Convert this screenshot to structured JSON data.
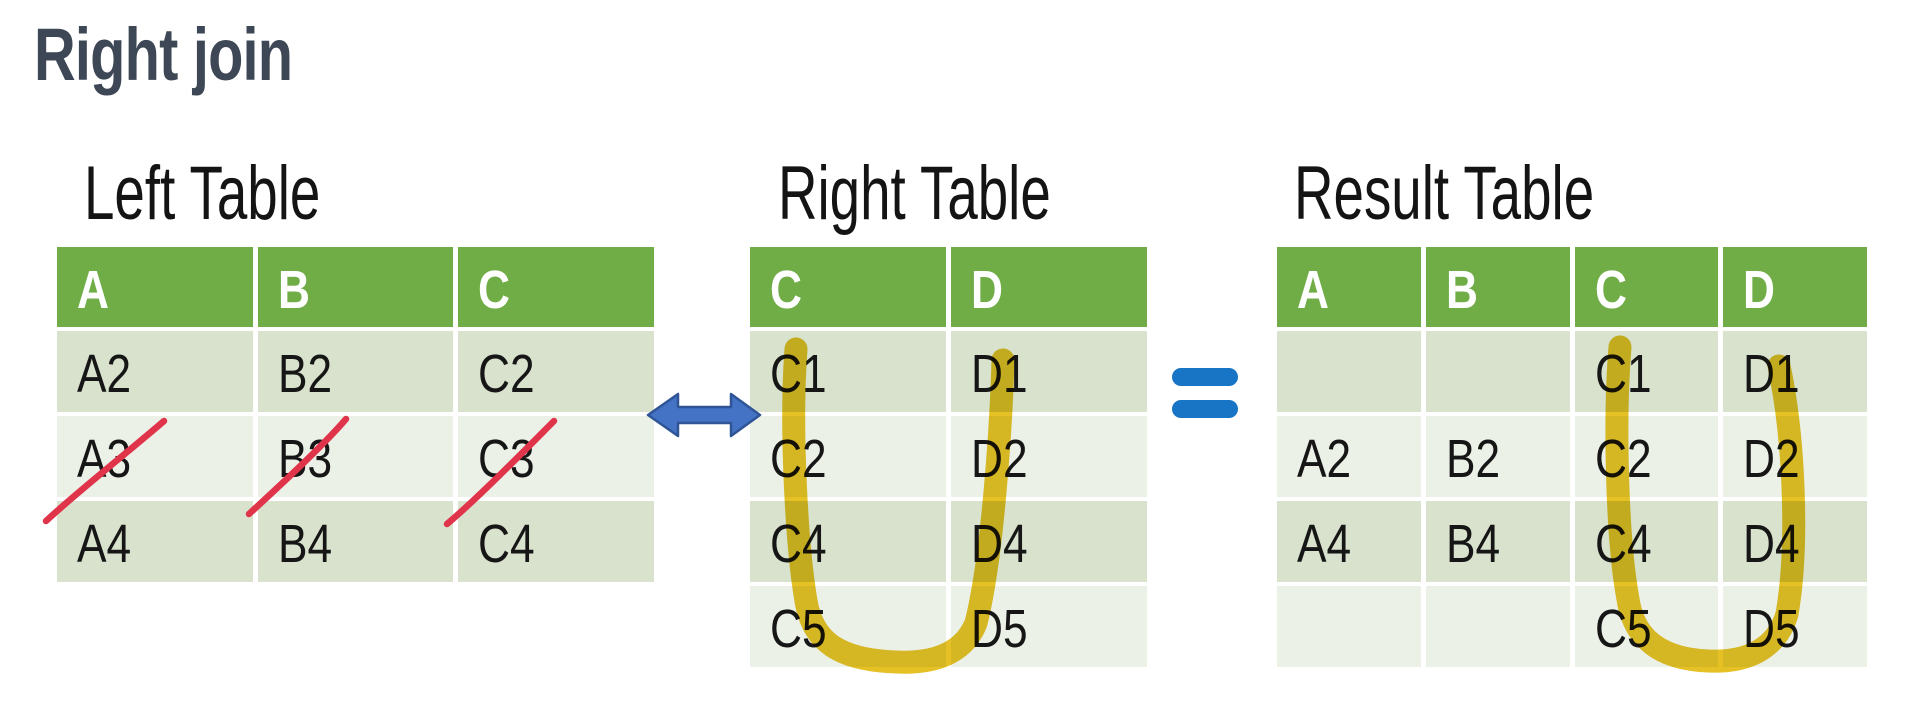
{
  "title": "Right join",
  "colors": {
    "header-green": "#70AD47",
    "row-dark": "#D8E2CC",
    "row-light": "#ECF1E8",
    "title-ink": "#3E4756",
    "text-ink": "#161616",
    "strike-red": "#E0344B",
    "hl-yellow": "#E2B600",
    "arrow-fill": "#4472C4",
    "arrow-edge": "#2F5597",
    "equals-blue": "#1874C4"
  },
  "tables": [
    {
      "caption": "Left Table",
      "headers": [
        "A",
        "B",
        "C"
      ],
      "rows": [
        [
          "A2",
          "B2",
          "C2"
        ],
        [
          "A3",
          "B3",
          "C3"
        ],
        [
          "A4",
          "B4",
          "C4"
        ]
      ]
    },
    {
      "caption": "Right Table",
      "headers": [
        "C",
        "D"
      ],
      "rows": [
        [
          "C1",
          "D1"
        ],
        [
          "C2",
          "D2"
        ],
        [
          "C4",
          "D4"
        ],
        [
          "C5",
          "D5"
        ]
      ]
    },
    {
      "caption": "Result Table",
      "headers": [
        "A",
        "B",
        "C",
        "D"
      ],
      "rows": [
        [
          "",
          "",
          "C1",
          "D1"
        ],
        [
          "A2",
          "B2",
          "C2",
          "D2"
        ],
        [
          "A4",
          "B4",
          "C4",
          "D4"
        ],
        [
          "",
          "",
          "C5",
          "D5"
        ]
      ]
    }
  ],
  "operators": {
    "between_left_and_right": "double-headed-arrow",
    "between_right_and_result": "equals"
  },
  "annotations": {
    "strikethrough": {
      "color": "#E0344B",
      "table": "Left Table",
      "struck_values": [
        "A3",
        "B3",
        "C3"
      ]
    },
    "highlight_strokes": [
      {
        "color": "#E2B600",
        "table": "Right Table",
        "shape": "U",
        "covers_columns": [
          "C",
          "D"
        ]
      },
      {
        "color": "#E2B600",
        "table": "Result Table",
        "shape": "U",
        "covers_columns": [
          "C",
          "D"
        ]
      }
    ]
  }
}
